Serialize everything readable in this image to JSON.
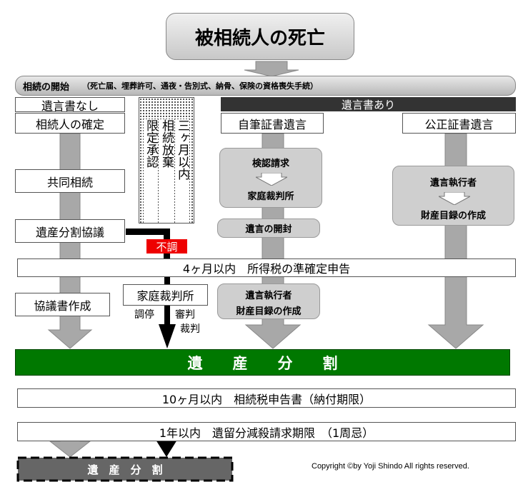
{
  "title": "被相続人の死亡",
  "start": {
    "label": "相続の開始",
    "detail": "（死亡届、埋葬許可、通夜・告別式、納骨、保険の資格喪失手続）"
  },
  "no_will": {
    "header": "遺言書なし",
    "step1": "相続人の確定",
    "step2": "共同相続",
    "step3": "遺産分割協議",
    "step4": "協議書作成"
  },
  "renunciation": {
    "col1": "三ヶ月以内",
    "col2": "相続放棄",
    "col3": "限定承認"
  },
  "with_will": {
    "header": "遺言書あり",
    "holo": "自筆証書遺言",
    "notarial": "公正証書遺言",
    "probate_request": "検認請求",
    "family_court_small": "家庭裁判所",
    "open_will": "遺言の開封",
    "executor_a": "遺言執行者",
    "inventory_a": "財産目録の作成",
    "executor_b": "遺言執行者",
    "inventory_b": "財産目録の作成"
  },
  "dispute": "不調",
  "family_court": "家庭裁判所",
  "mediation": "調停",
  "trial": "審判",
  "suit": "裁判",
  "deadline_4m": "4ヶ月以内　所得税の準確定申告",
  "division": "遺　　産　　分　　割",
  "deadline_10m": "10ヶ月以内　相続税申告書（納付期限）",
  "deadline_1y": "1年以内　遺留分減殺請求期限　（1周忌）",
  "redivision": "遺　産　分　割",
  "copyright": "Copyright ©by Yoji Shindo  All rights reserved.",
  "colors": {
    "division_green": "#007800",
    "will_header": "#333333",
    "dispute_red": "#ee0000",
    "shaft_gray": "#a8a8a8"
  }
}
